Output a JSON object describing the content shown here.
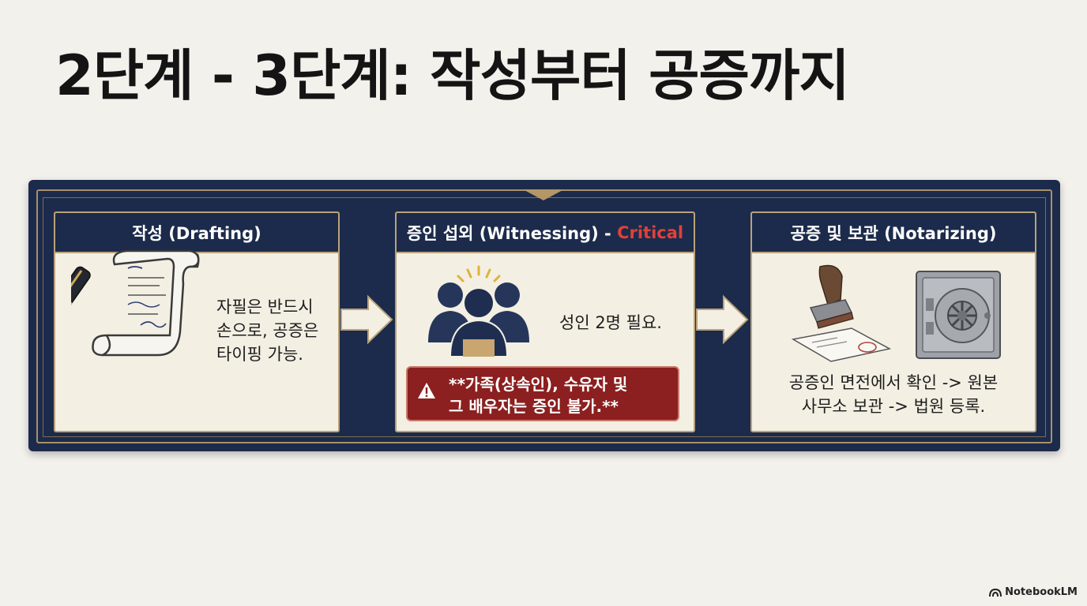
{
  "title": "2단계 - 3단계: 작성부터 공증까지",
  "steps": [
    {
      "header": "작성 (Drafting)",
      "text_lines": [
        "자필은 반드시",
        "손으로, 공증은",
        "타이핑 가능."
      ],
      "icon": "pen-and-scroll-icon"
    },
    {
      "header_main": "증인 섭외 (Witnessing) - ",
      "header_highlight": "Critical",
      "text": "성인 2명 필요.",
      "icon": "three-people-icon",
      "warning_lines": [
        "**가족(상속인), 수유자 및",
        "그 배우자는 증인 불가.**"
      ],
      "warning_icon": "warning-triangle-icon"
    },
    {
      "header": "공증 및 보관 (Notarizing)",
      "text_lines": [
        "공증인 면전에서 확인 -> 원본",
        "사무소 보관 -> 법원 등록."
      ],
      "icons": [
        "stamp-icon",
        "vault-icon"
      ]
    }
  ],
  "footer": {
    "brand": "NotebookLM",
    "icon": "notebooklm-logo-icon"
  },
  "colors": {
    "navy": "#1c2b4b",
    "gold": "#b9a27a",
    "cream": "#f3efe3",
    "warning_red": "#8c1f1f",
    "critical_red": "#e0413a",
    "background": "#f3f1ec"
  }
}
